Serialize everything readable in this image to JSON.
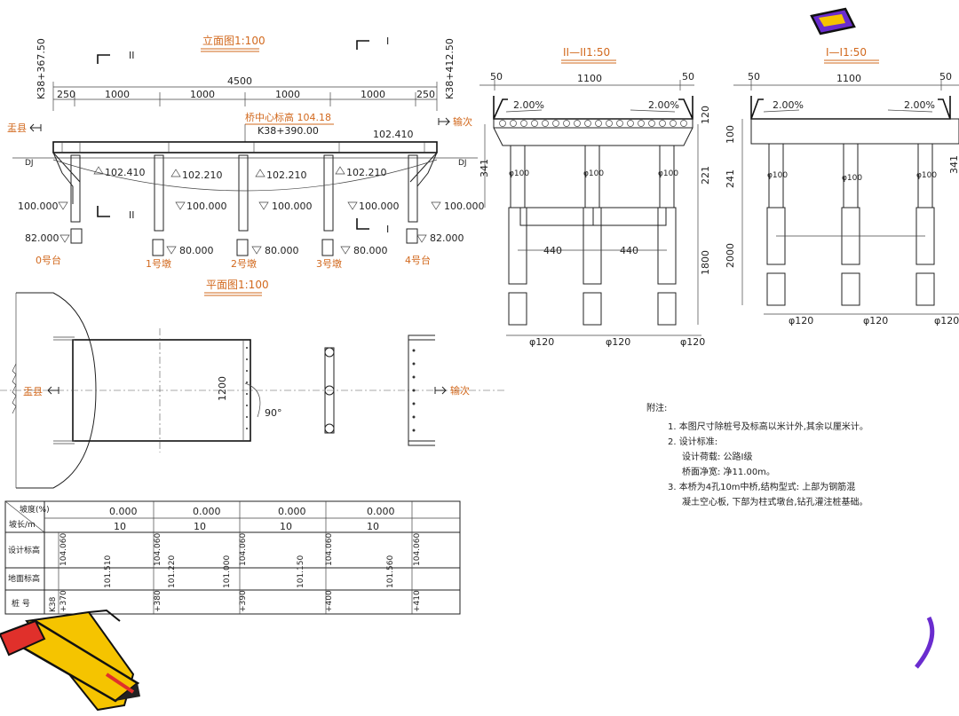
{
  "elevation": {
    "title": "立面图1:100",
    "station_left": "K38+367.50",
    "station_right": "K38+412.50",
    "total_span": "4500",
    "dims": [
      "250",
      "1000",
      "1000",
      "1000",
      "1000",
      "250"
    ],
    "center_elev_label": "桥中心标高 104.18",
    "center_station": "K38+390.00",
    "deck_right_elev": "102.410",
    "dir_left": "盂县",
    "dir_right": "输次",
    "section_mark_ii": "II",
    "section_mark_i": "I",
    "ground_elevs": [
      "102.410",
      "102.210",
      "102.210",
      "102.210"
    ],
    "pile_top_elevs": [
      "100.000",
      "100.000",
      "100.000",
      "100.000",
      "100.000"
    ],
    "pile_bottom_elevs": [
      "82.000",
      "80.000",
      "80.000",
      "80.000",
      "82.000"
    ],
    "supports": [
      "0号台",
      "1号墩",
      "2号墩",
      "3号墩",
      "4号台"
    ]
  },
  "plan": {
    "title": "平面图1:100",
    "width": "1200",
    "angle": "90°",
    "dir_left": "盂县",
    "dir_right": "输次"
  },
  "section_ii": {
    "title": "II—II1:50",
    "dims_top": [
      "50",
      "1100",
      "50"
    ],
    "slope_left": "2.00%",
    "slope_right": "2.00%",
    "deck_depth": "120",
    "heights": [
      "341",
      "221",
      "1800"
    ],
    "col_diam": [
      "φ100",
      "φ100",
      "φ100"
    ],
    "spacing": [
      "440",
      "440"
    ],
    "pile_diam": [
      "φ120",
      "φ120",
      "φ120"
    ]
  },
  "section_i": {
    "title": "I—I1:50",
    "dims_top": [
      "50",
      "1100",
      "50"
    ],
    "slope_left": "2.00%",
    "slope_right": "2.00%",
    "deck_depth": "100",
    "heights": [
      "241",
      "2000",
      "341"
    ],
    "col_diam": [
      "φ100",
      "φ100",
      "φ100"
    ],
    "pile_diam": [
      "φ120",
      "φ120",
      "φ120"
    ]
  },
  "notes": {
    "heading": "附注:",
    "items": [
      "1. 本图尺寸除桩号及标高以米计外,其余以厘米计。",
      "2. 设计标准:",
      "设计荷载: 公路Ⅰ级",
      "桥面净宽: 净11.00m。",
      "3. 本桥为4孔10m中桥,结构型式: 上部为钢筋混",
      "凝土空心板, 下部为柱式墩台,钻孔灌注桩基础。"
    ]
  },
  "profile_table": {
    "corner_top": "坡度(%)",
    "corner_bottom": "坡长/m",
    "slopes": [
      "0.000",
      "0.000",
      "0.000",
      "0.000"
    ],
    "lengths": [
      "10",
      "10",
      "10",
      "10"
    ],
    "row_labels": [
      "设计标高",
      "地面标高",
      "桩 号"
    ],
    "design_elev": [
      "104.060",
      "104.060",
      "104.060",
      "104.060",
      "104.060"
    ],
    "ground_elev": [
      "101.510",
      "101.220",
      "101.000",
      "101.150",
      "101.560"
    ],
    "station_prefix": "K38",
    "stations": [
      "+370",
      "+380",
      "+390",
      "+400",
      "+410"
    ]
  },
  "colors": {
    "accent": "#d2691e",
    "line": "#222222",
    "pencil_yellow": "#f5c400",
    "pencil_red": "#e0302b",
    "purple": "#6a2ccf"
  }
}
